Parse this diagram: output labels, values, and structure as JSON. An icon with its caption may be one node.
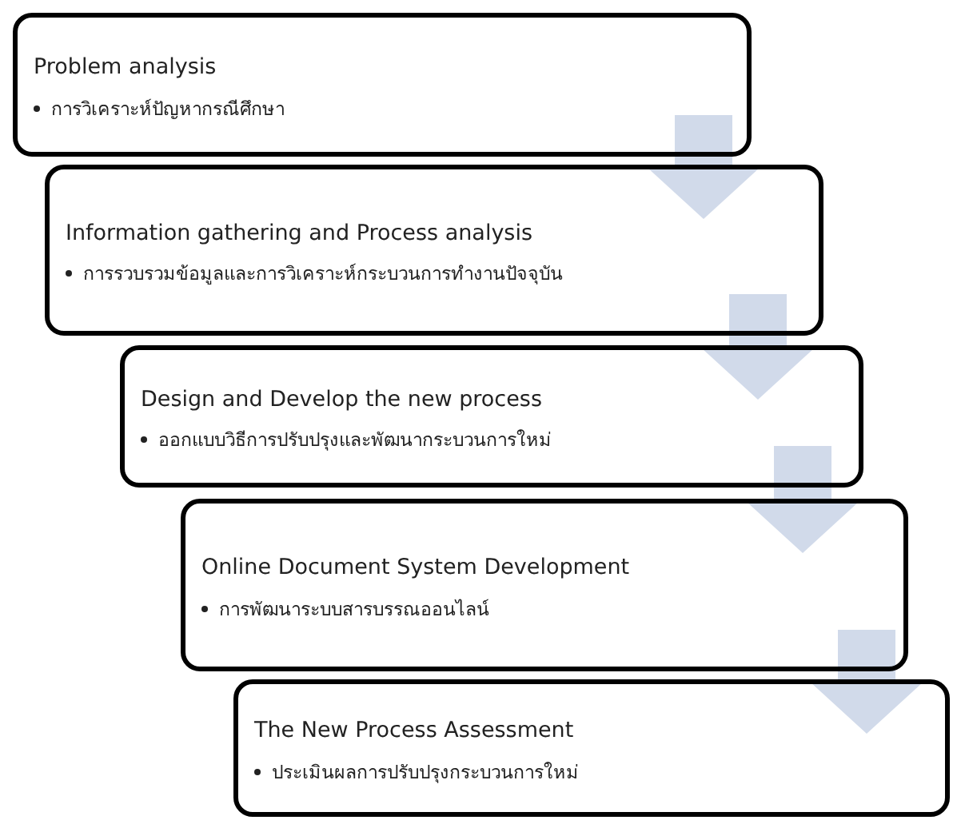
{
  "diagram": {
    "nodes": [
      {
        "text": [
          "Problem analysis",
          "การวิเคราะห์ปัญหากรณีศึกษา"
        ]
      },
      {
        "text": [
          "Information gathering and Process analysis",
          "การรวบรวมข้อมูลและการวิเคราะห์กระบวนการทำงานปัจจุบัน"
        ]
      },
      {
        "text": [
          "Design and Develop the new process",
          "ออกแบบวิธีการปรับปรุงและพัฒนากระบวนการใหม่"
        ]
      },
      {
        "text": [
          "Online Document System Development",
          "การพัฒนาระบบสารบรรณออนไลน์"
        ]
      },
      {
        "text": [
          "The New Process Assessment",
          "ประเมินผลการปรับปรุงกระบวนการใหม่"
        ]
      }
    ],
    "edges": [
      {
        "from": 0,
        "to": 1,
        "arrow": "to"
      },
      {
        "from": 1,
        "to": 2,
        "arrow": "to"
      },
      {
        "from": 2,
        "to": 3,
        "arrow": "to"
      },
      {
        "from": 3,
        "to": 4,
        "arrow": "to"
      }
    ]
  }
}
